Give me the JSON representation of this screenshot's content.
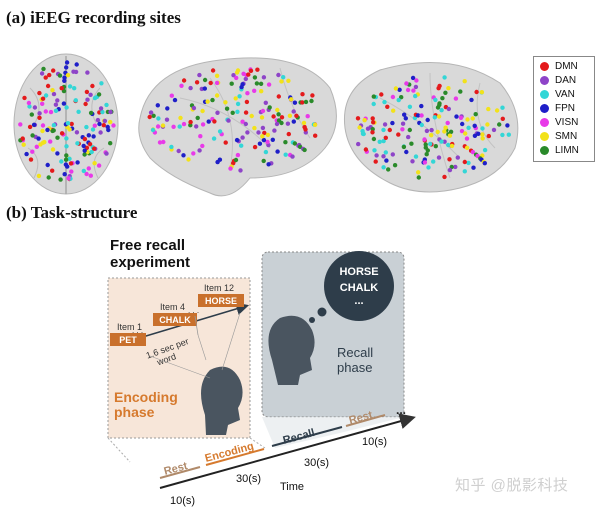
{
  "panel_a": {
    "title": "(a) iEEG recording sites",
    "legend": [
      {
        "label": "DMN",
        "color": "#e41a1c"
      },
      {
        "label": "DAN",
        "color": "#8e44c8"
      },
      {
        "label": "VAN",
        "color": "#33d6d6"
      },
      {
        "label": "FPN",
        "color": "#1f1fc8"
      },
      {
        "label": "VISN",
        "color": "#e83ae8"
      },
      {
        "label": "SMN",
        "color": "#f2e21a"
      },
      {
        "label": "LIMN",
        "color": "#2a8a2a"
      }
    ]
  },
  "panel_b": {
    "title": "(b) Task-structure",
    "experiment_title_line1": "Free recall",
    "experiment_title_line2": "experiment",
    "items": [
      {
        "label": "Item 1",
        "word": "PET"
      },
      {
        "label": "Item 4",
        "word": "CHALK"
      },
      {
        "label": "Item 12",
        "word": "HORSE"
      }
    ],
    "rate_line1": "1.6 sec per",
    "rate_line2": "word",
    "encoding_phase_line1": "Encoding",
    "encoding_phase_line2": "phase",
    "recall_phase_line1": "Recall",
    "recall_phase_line2": "phase",
    "bubble_words": [
      "HORSE",
      "CHALK",
      "..."
    ],
    "timeline": [
      {
        "label": "Rest",
        "duration": "10(s)"
      },
      {
        "label": "Encoding",
        "duration": "30(s)"
      },
      {
        "label": "Recall",
        "duration": "30(s)"
      },
      {
        "label": "Rest",
        "duration": "10(s)"
      }
    ],
    "timeline_ellipsis": "...",
    "time_label": "Time",
    "colors": {
      "encoding": "#d67a2e",
      "recall": "#2e3d4a",
      "rest": "#b08a6a",
      "encoding_bg": "#f7e6d9",
      "recall_bg": "#c9d0d5"
    }
  },
  "watermark": "知乎 @脱影科技"
}
